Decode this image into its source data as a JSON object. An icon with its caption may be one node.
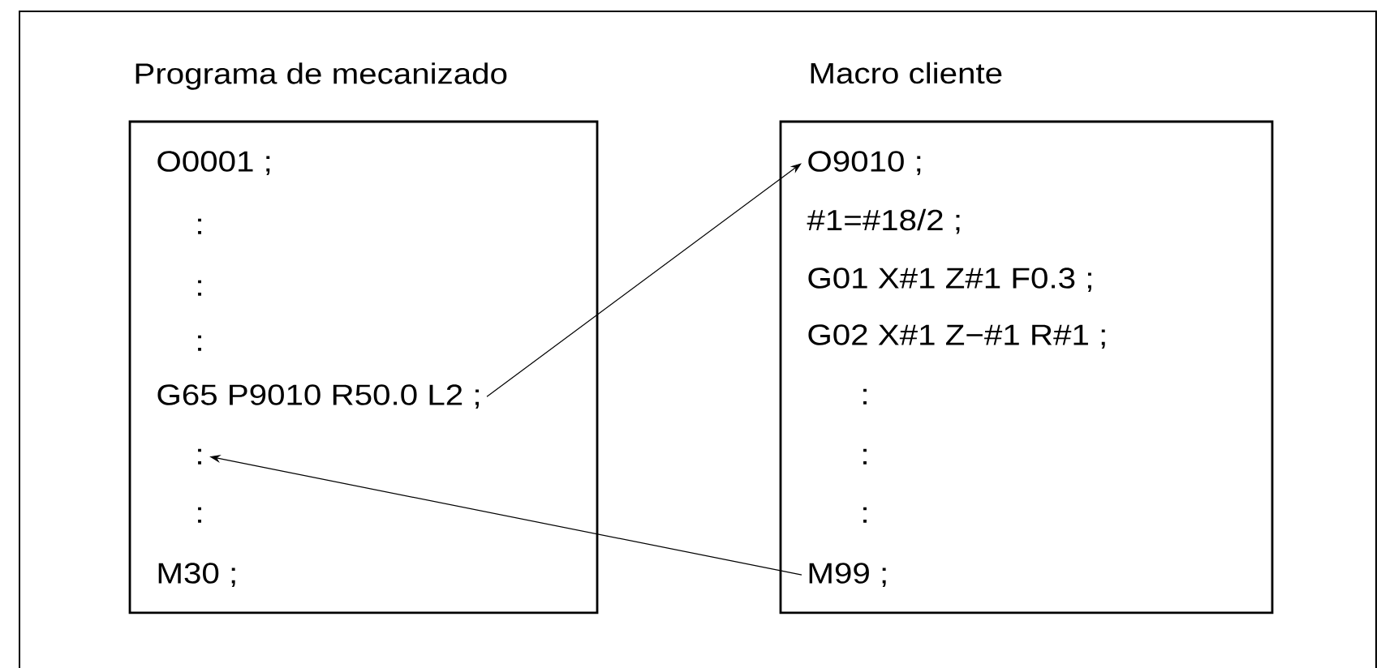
{
  "diagram": {
    "nodes": [
      {
        "text": [
          "Programa de mecanizado"
        ]
      },
      {
        "text": [
          "O0001 ;"
        ],
        "in": 0
      },
      {
        "text": [
          ":"
        ],
        "in": 0
      },
      {
        "text": [
          ":"
        ],
        "in": 0
      },
      {
        "text": [
          ":"
        ],
        "in": 0
      },
      {
        "text": [
          "G65 P9010 R50.0 L2 ;"
        ],
        "in": 0
      },
      {
        "text": [
          ":"
        ],
        "in": 0
      },
      {
        "text": [
          ":"
        ],
        "in": 0
      },
      {
        "text": [
          "M30 ;"
        ],
        "in": 0
      },
      {
        "text": [
          "Macro cliente"
        ]
      },
      {
        "text": [
          "O9010 ;"
        ],
        "in": 9
      },
      {
        "text": [
          "#1=#18/2 ;"
        ],
        "in": 9
      },
      {
        "text": [
          "G01 X#1 Z#1 F0.3 ;"
        ],
        "in": 9
      },
      {
        "text": [
          "G02 X#1 Z−#1 R#1 ;"
        ],
        "in": 9
      },
      {
        "text": [
          ":"
        ],
        "in": 9
      },
      {
        "text": [
          ":"
        ],
        "in": 9
      },
      {
        "text": [
          ":"
        ],
        "in": 9
      },
      {
        "text": [
          "M99 ;"
        ],
        "in": 9
      }
    ],
    "edges": [
      {
        "from": 5,
        "to": 10,
        "arrow": "to"
      },
      {
        "from": 17,
        "to": 6,
        "arrow": "to"
      }
    ]
  }
}
